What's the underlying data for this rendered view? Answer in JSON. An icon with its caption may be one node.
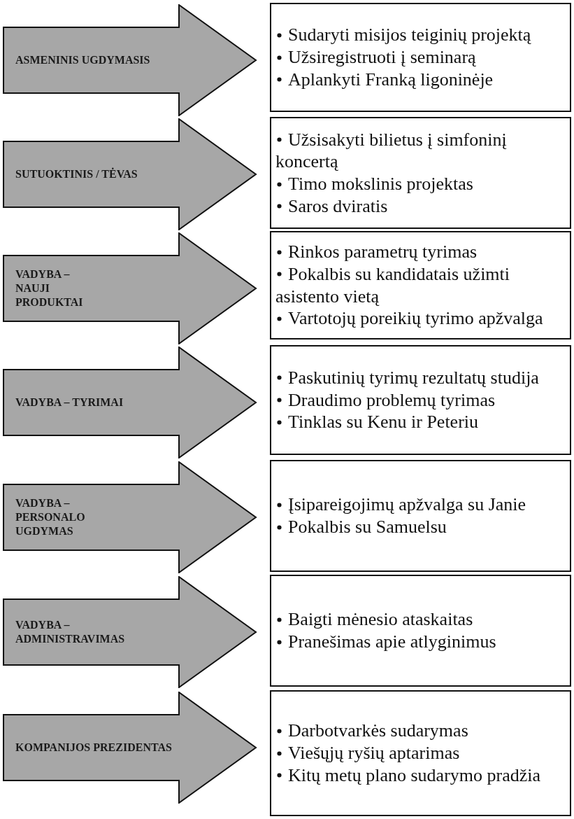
{
  "diagram": {
    "nodes": [
      {
        "text": [
          "ASMENINIS UGDYMASIS"
        ]
      },
      {
        "text": [
          "Sudaryti misijos teiginių projektą",
          "Užsiregistruoti į seminarą",
          "Aplankyti Franką ligoninėje"
        ]
      },
      {
        "text": [
          "SUTUOKTINIS / TĖVAS"
        ]
      },
      {
        "text": [
          "Užsisakyti bilietus į simfoninį koncertą",
          "Timo mokslinis projektas",
          "Saros dviratis"
        ]
      },
      {
        "text": [
          "VADYBA – NAUJI PRODUKTAI"
        ]
      },
      {
        "text": [
          "Rinkos parametrų tyrimas",
          "Pokalbis su kandidatais užimti asistento vietą",
          "Vartotojų poreikių tyrimo apžvalga"
        ]
      },
      {
        "text": [
          "VADYBA – TYRIMAI"
        ]
      },
      {
        "text": [
          "Paskutinių tyrimų rezultatų studija",
          "Draudimo problemų tyrimas",
          "Tinklas su Kenu ir Peteriu"
        ]
      },
      {
        "text": [
          "VADYBA – PERSONALO UGDYMAS"
        ]
      },
      {
        "text": [
          "Įsipareigojimų apžvalga su Janie",
          "Pokalbis su Samuelsu"
        ]
      },
      {
        "text": [
          "VADYBA – ADMINISTRAVIMAS"
        ]
      },
      {
        "text": [
          "Baigti mėnesio ataskaitas",
          "Pranešimas apie atlyginimus"
        ]
      },
      {
        "text": [
          "KOMPANIJOS PREZIDENTAS"
        ]
      },
      {
        "text": [
          "Darbotvarkės sudarymas",
          "Viešųjų ryšių aptarimas",
          "Kitų metų plano sudarymo pradžia"
        ]
      }
    ]
  }
}
